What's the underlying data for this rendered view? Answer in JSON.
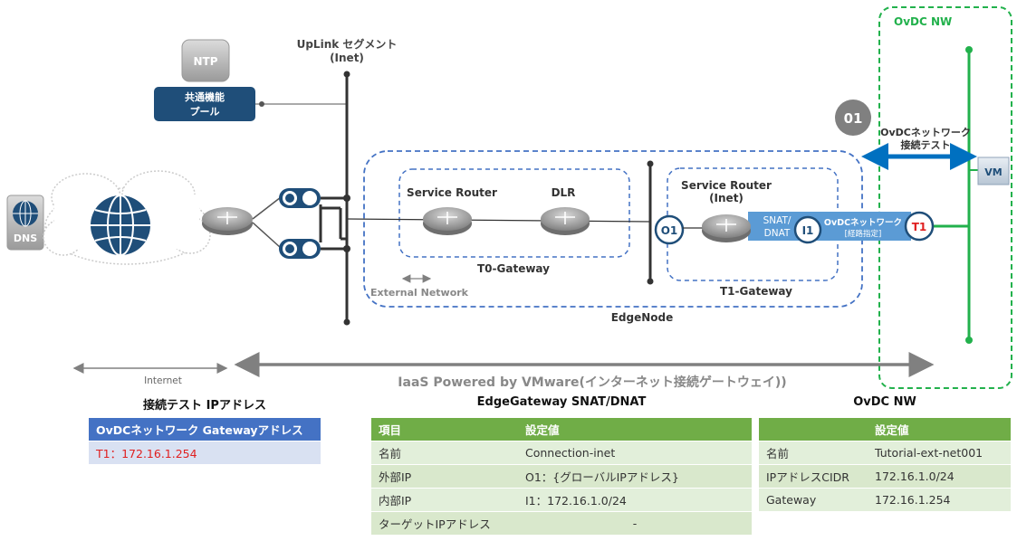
{
  "diagram": {
    "ntp": "NTP",
    "common_pool": [
      "共通機能",
      "プール"
    ],
    "uplink": [
      "UpLink セグメント",
      "(Inet)"
    ],
    "dns": "DNS",
    "service_router": "Service Router",
    "dlr": "DLR",
    "t0_gateway": "T0-Gateway",
    "external_network": "External Network",
    "edgenode": "EdgeNode",
    "service_router_inet": [
      "Service Router",
      "(Inet)"
    ],
    "snat_dnat": [
      "SNAT/",
      "DNAT"
    ],
    "o1": "O1",
    "i1": "I1",
    "t1": "T1",
    "ovdc_nw_route": [
      "OvDCネットワーク",
      "[経路指定]"
    ],
    "t1_gateway": "T1-Gateway",
    "step_number": "01",
    "conn_test": [
      "OvDCネットワーク",
      "接続テスト"
    ],
    "vm": "VM",
    "ovdc_nw_box": "OvDC NW",
    "internet": "Internet",
    "iaas": "IaaS Powered by VMware(インターネット接続ゲートウェイ))",
    "colors": {
      "blue_dark": "#1f4e79",
      "green": "#22b14c",
      "light_blue": "#5b9bd5",
      "red": "#e02020"
    }
  },
  "ip_table": {
    "title": "接続テスト IPアドレス",
    "header": "OvDCネットワーク Gatewayアドレス",
    "value": "T1：172.16.1.254"
  },
  "snat_table": {
    "title": "EdgeGateway SNAT/DNAT",
    "columns": [
      "項目",
      "設定値"
    ],
    "rows": [
      [
        "名前",
        "Connection-inet"
      ],
      [
        "外部IP",
        "O1：{グローバルIPアドレス}"
      ],
      [
        "内部IP",
        "I1：172.16.1.0/24"
      ],
      [
        "ターゲットIPアドレス",
        "-"
      ]
    ]
  },
  "ovdc_table": {
    "title": "OvDC NW",
    "columns": [
      "",
      "設定値"
    ],
    "rows": [
      [
        "名前",
        "Tutorial-ext-net001"
      ],
      [
        "IPアドレスCIDR",
        "172.16.1.0/24"
      ],
      [
        "Gateway",
        "172.16.1.254"
      ]
    ]
  }
}
